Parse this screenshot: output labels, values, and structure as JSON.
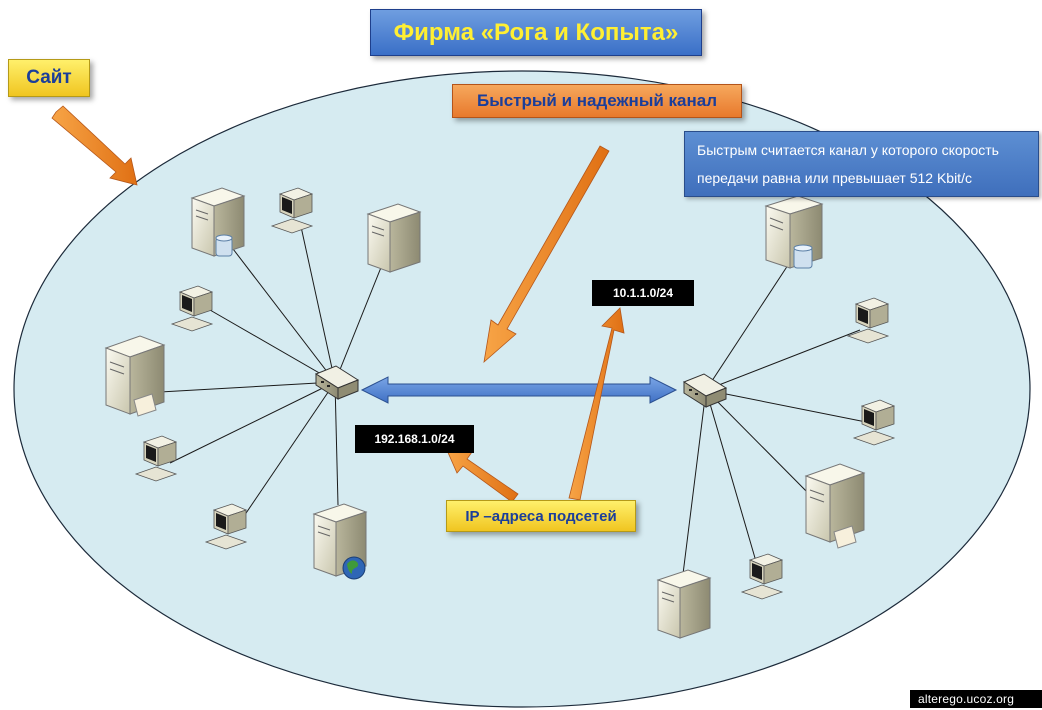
{
  "title": "Фирма «Рога и Копыта»",
  "site_label": "Сайт",
  "channel_label": "Быстрый и надежный канал",
  "note_lines": [
    "Быстрым считается канал у которого скорость",
    "передачи равна или превышает 512 Kbit/с"
  ],
  "subnet_left": "192.168.1.0/24",
  "subnet_right": "10.1.1.0/24",
  "ip_label": "IP –адреса подсетей",
  "watermark": "alterego.ucoz.org",
  "colors": {
    "ellipse_fill": "#d6ebf1",
    "link_arrow": "#4a7fd0",
    "pointer_arrow": "#f08a24",
    "title_bg": "#4a7fd0",
    "title_text": "#ffef33"
  },
  "left_nodes": [
    {
      "type": "database-server",
      "icon": "database-server-icon"
    },
    {
      "type": "workstation",
      "icon": "workstation-icon"
    },
    {
      "type": "server",
      "icon": "server-icon"
    },
    {
      "type": "workstation",
      "icon": "workstation-icon"
    },
    {
      "type": "mail-server",
      "icon": "mail-server-icon"
    },
    {
      "type": "workstation",
      "icon": "workstation-icon"
    },
    {
      "type": "workstation",
      "icon": "workstation-icon"
    },
    {
      "type": "web-server",
      "icon": "web-server-icon"
    }
  ],
  "right_nodes": [
    {
      "type": "database-server",
      "icon": "database-server-icon"
    },
    {
      "type": "workstation",
      "icon": "workstation-icon"
    },
    {
      "type": "workstation",
      "icon": "workstation-icon"
    },
    {
      "type": "mail-server",
      "icon": "mail-server-icon"
    },
    {
      "type": "workstation",
      "icon": "workstation-icon"
    },
    {
      "type": "server",
      "icon": "server-icon"
    }
  ]
}
